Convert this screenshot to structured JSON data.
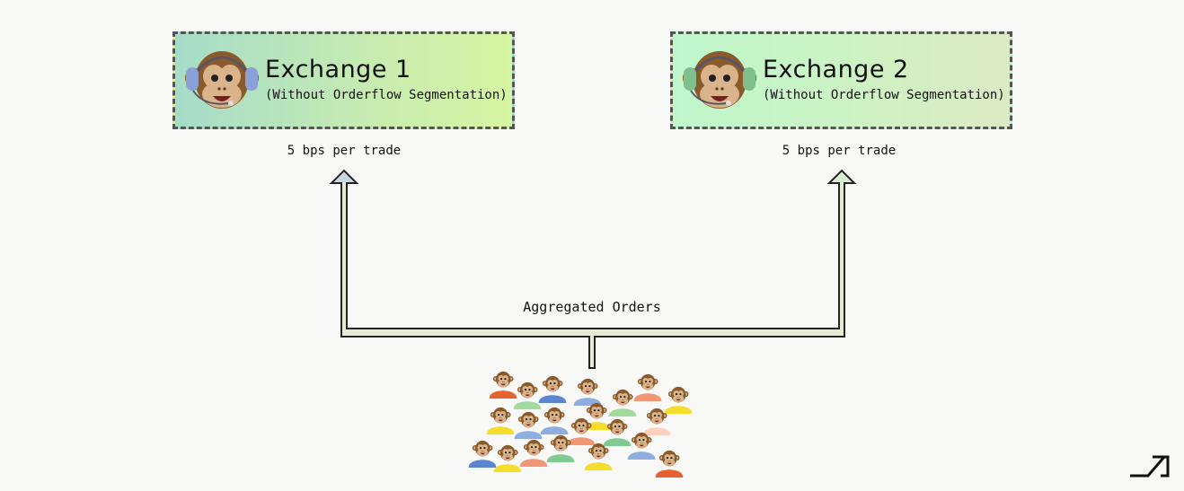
{
  "exchanges": [
    {
      "title": "Exchange 1",
      "subtitle": "(Without Orderflow Segmentation)",
      "fee": "5 bps per trade",
      "headset_color": "#8aa0d6"
    },
    {
      "title": "Exchange 2",
      "subtitle": "(Without Orderflow Segmentation)",
      "fee": "5 bps per trade",
      "headset_color": "#7fbf8e"
    }
  ],
  "aggregated_label": "Aggregated Orders",
  "colors": {
    "arrow_fill": "#e6ecd2",
    "arrow_stroke": "#222222",
    "monkey_fur": "#8b5a2b",
    "monkey_face": "#d9b48a",
    "crowd_shirts": [
      "#e6622e",
      "#5b86cf",
      "#f5dd2b",
      "#f29775",
      "#a4d99d",
      "#8faedf",
      "#ffd1bc",
      "#7fca90"
    ]
  },
  "icons": {
    "exchange": "monkey-headset-icon",
    "trader": "monkey-trader-icon",
    "logo": "brand-logo-icon"
  }
}
